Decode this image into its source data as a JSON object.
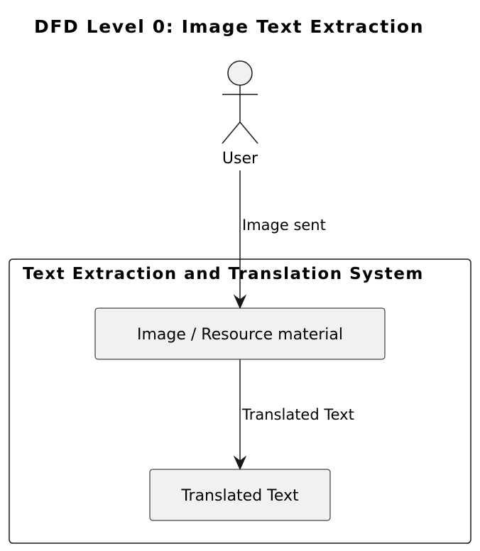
{
  "diagram": {
    "title": "DFD Level 0: Image Text Extraction",
    "actor": {
      "label": "User"
    },
    "system": {
      "title": "Text Extraction and Translation System"
    },
    "nodes": [
      {
        "id": "image_resource",
        "label": "Image / Resource material"
      },
      {
        "id": "translated_text",
        "label": "Translated Text"
      }
    ],
    "edges": [
      {
        "from": "User",
        "to": "image_resource",
        "label": "Image sent"
      },
      {
        "from": "image_resource",
        "to": "translated_text",
        "label": "Translated Text"
      }
    ]
  },
  "colors": {
    "stroke": "#181818",
    "node_fill": "#f1f1f1",
    "actor_fill": "#f1f1f1",
    "background": "#ffffff"
  }
}
